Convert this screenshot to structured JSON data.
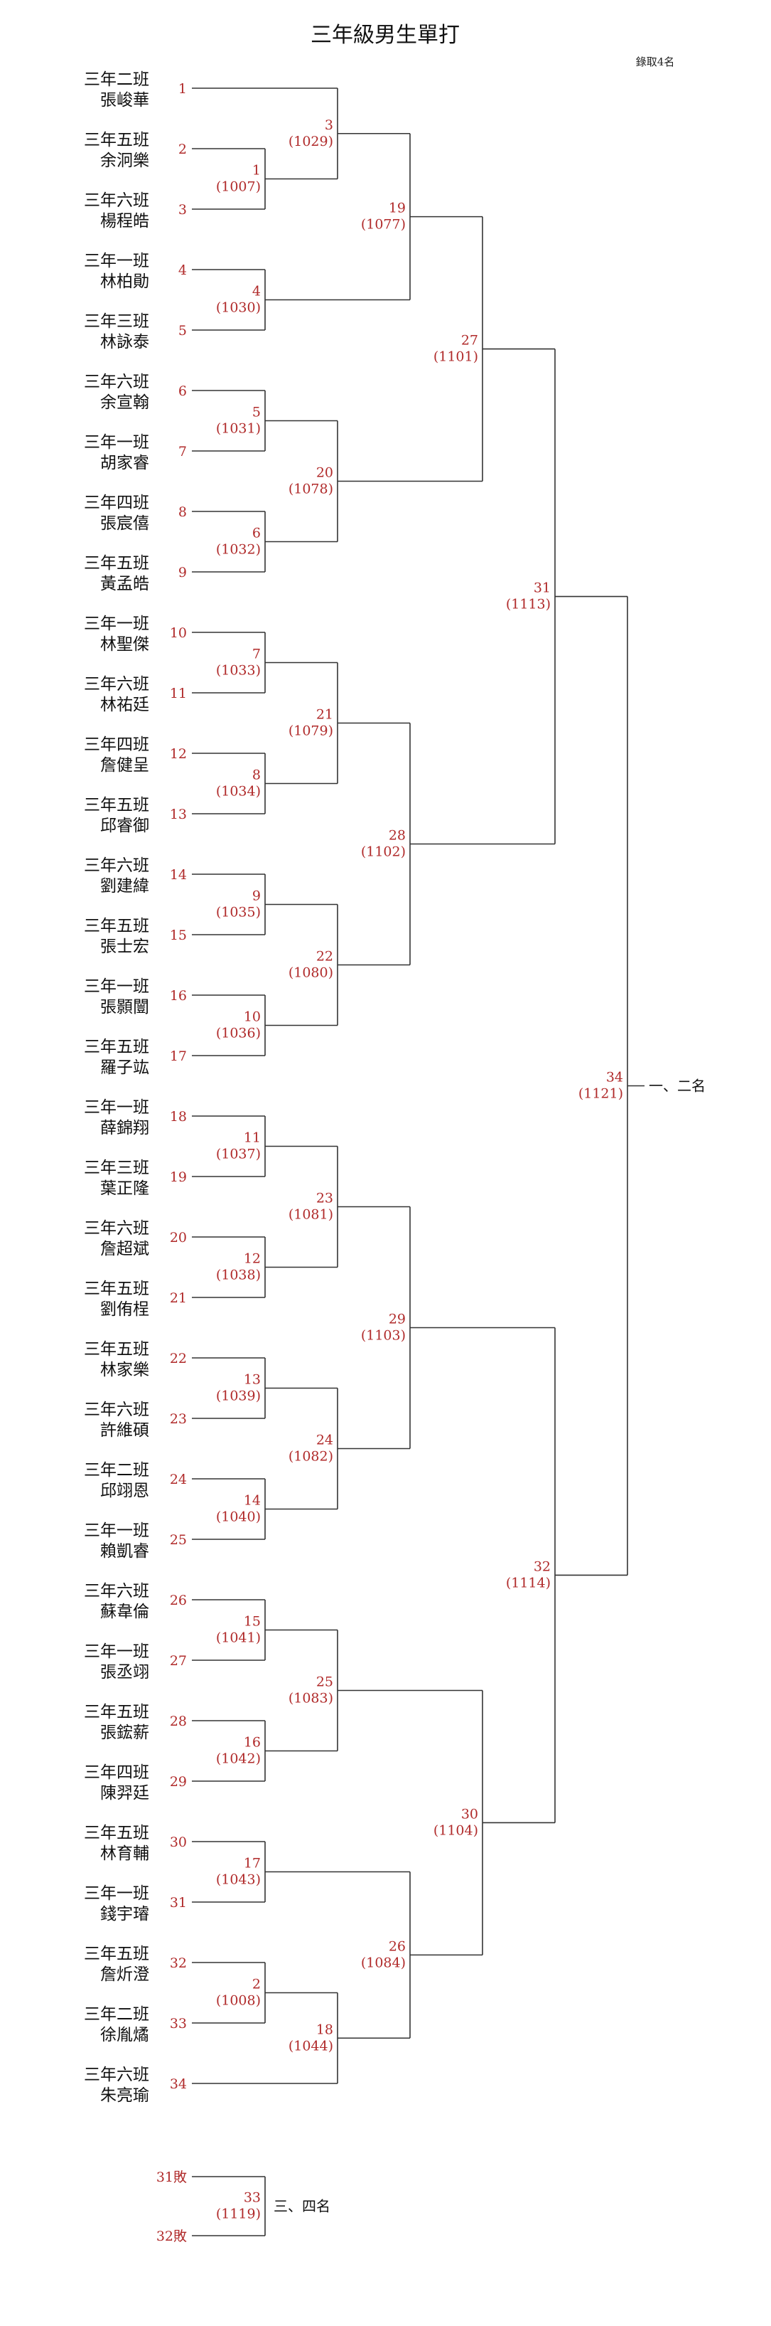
{
  "title": "三年級男生單打",
  "note": "錄取4名",
  "colors": {
    "text": "#111111",
    "number": "#b02a2a",
    "line": "#333333"
  },
  "players": [
    {
      "seed": "1",
      "cls": "三年二班",
      "name": "張峻華"
    },
    {
      "seed": "2",
      "cls": "三年五班",
      "name": "余泂樂"
    },
    {
      "seed": "3",
      "cls": "三年六班",
      "name": "楊程皓"
    },
    {
      "seed": "4",
      "cls": "三年一班",
      "name": "林柏勛"
    },
    {
      "seed": "5",
      "cls": "三年三班",
      "name": "林詠泰"
    },
    {
      "seed": "6",
      "cls": "三年六班",
      "name": "余宣翰"
    },
    {
      "seed": "7",
      "cls": "三年一班",
      "name": "胡家睿"
    },
    {
      "seed": "8",
      "cls": "三年四班",
      "name": "張宸僖"
    },
    {
      "seed": "9",
      "cls": "三年五班",
      "name": "黃孟皓"
    },
    {
      "seed": "10",
      "cls": "三年一班",
      "name": "林聖傑"
    },
    {
      "seed": "11",
      "cls": "三年六班",
      "name": "林祐廷"
    },
    {
      "seed": "12",
      "cls": "三年四班",
      "name": "詹健呈"
    },
    {
      "seed": "13",
      "cls": "三年五班",
      "name": "邱睿御"
    },
    {
      "seed": "14",
      "cls": "三年六班",
      "name": "劉建緯"
    },
    {
      "seed": "15",
      "cls": "三年五班",
      "name": "張士宏"
    },
    {
      "seed": "16",
      "cls": "三年一班",
      "name": "張顥闓"
    },
    {
      "seed": "17",
      "cls": "三年五班",
      "name": "羅子竑"
    },
    {
      "seed": "18",
      "cls": "三年一班",
      "name": "薛錦翔"
    },
    {
      "seed": "19",
      "cls": "三年三班",
      "name": "葉正隆"
    },
    {
      "seed": "20",
      "cls": "三年六班",
      "name": "詹超斌"
    },
    {
      "seed": "21",
      "cls": "三年五班",
      "name": "劉侑桯"
    },
    {
      "seed": "22",
      "cls": "三年五班",
      "name": "林家樂"
    },
    {
      "seed": "23",
      "cls": "三年六班",
      "name": "許維碩"
    },
    {
      "seed": "24",
      "cls": "三年二班",
      "name": "邱翊恩"
    },
    {
      "seed": "25",
      "cls": "三年一班",
      "name": "賴凱睿"
    },
    {
      "seed": "26",
      "cls": "三年六班",
      "name": "蘇韋倫"
    },
    {
      "seed": "27",
      "cls": "三年一班",
      "name": "張丞翊"
    },
    {
      "seed": "28",
      "cls": "三年五班",
      "name": "張鋐薪"
    },
    {
      "seed": "29",
      "cls": "三年四班",
      "name": "陳羿廷"
    },
    {
      "seed": "30",
      "cls": "三年五班",
      "name": "林育輔"
    },
    {
      "seed": "31",
      "cls": "三年一班",
      "name": "錢宇璿"
    },
    {
      "seed": "32",
      "cls": "三年五班",
      "name": "詹炘澄"
    },
    {
      "seed": "33",
      "cls": "三年二班",
      "name": "徐胤燏"
    },
    {
      "seed": "34",
      "cls": "三年六班",
      "name": "朱亮瑜"
    }
  ],
  "matches": [
    {
      "num": "1",
      "code": "(1007)",
      "a": {
        "p": 1
      },
      "b": {
        "p": 2
      }
    },
    {
      "num": "2",
      "code": "(1008)",
      "a": {
        "p": 31
      },
      "b": {
        "p": 32
      }
    },
    {
      "num": "3",
      "code": "(1029)",
      "a": {
        "p": 0
      },
      "b": {
        "m": 1
      }
    },
    {
      "num": "4",
      "code": "(1030)",
      "a": {
        "p": 3
      },
      "b": {
        "p": 4
      }
    },
    {
      "num": "5",
      "code": "(1031)",
      "a": {
        "p": 5
      },
      "b": {
        "p": 6
      }
    },
    {
      "num": "6",
      "code": "(1032)",
      "a": {
        "p": 7
      },
      "b": {
        "p": 8
      }
    },
    {
      "num": "7",
      "code": "(1033)",
      "a": {
        "p": 9
      },
      "b": {
        "p": 10
      }
    },
    {
      "num": "8",
      "code": "(1034)",
      "a": {
        "p": 11
      },
      "b": {
        "p": 12
      }
    },
    {
      "num": "9",
      "code": "(1035)",
      "a": {
        "p": 13
      },
      "b": {
        "p": 14
      }
    },
    {
      "num": "10",
      "code": "(1036)",
      "a": {
        "p": 15
      },
      "b": {
        "p": 16
      }
    },
    {
      "num": "11",
      "code": "(1037)",
      "a": {
        "p": 17
      },
      "b": {
        "p": 18
      }
    },
    {
      "num": "12",
      "code": "(1038)",
      "a": {
        "p": 19
      },
      "b": {
        "p": 20
      }
    },
    {
      "num": "13",
      "code": "(1039)",
      "a": {
        "p": 21
      },
      "b": {
        "p": 22
      }
    },
    {
      "num": "14",
      "code": "(1040)",
      "a": {
        "p": 23
      },
      "b": {
        "p": 24
      }
    },
    {
      "num": "15",
      "code": "(1041)",
      "a": {
        "p": 25
      },
      "b": {
        "p": 26
      }
    },
    {
      "num": "16",
      "code": "(1042)",
      "a": {
        "p": 27
      },
      "b": {
        "p": 28
      }
    },
    {
      "num": "17",
      "code": "(1043)",
      "a": {
        "p": 29
      },
      "b": {
        "p": 30
      }
    },
    {
      "num": "18",
      "code": "(1044)",
      "a": {
        "m": 2
      },
      "b": {
        "p": 33
      }
    },
    {
      "num": "19",
      "code": "(1077)",
      "a": {
        "m": 3
      },
      "b": {
        "m": 4
      }
    },
    {
      "num": "20",
      "code": "(1078)",
      "a": {
        "m": 5
      },
      "b": {
        "m": 6
      }
    },
    {
      "num": "21",
      "code": "(1079)",
      "a": {
        "m": 7
      },
      "b": {
        "m": 8
      }
    },
    {
      "num": "22",
      "code": "(1080)",
      "a": {
        "m": 9
      },
      "b": {
        "m": 10
      }
    },
    {
      "num": "23",
      "code": "(1081)",
      "a": {
        "m": 11
      },
      "b": {
        "m": 12
      }
    },
    {
      "num": "24",
      "code": "(1082)",
      "a": {
        "m": 13
      },
      "b": {
        "m": 14
      }
    },
    {
      "num": "25",
      "code": "(1083)",
      "a": {
        "m": 15
      },
      "b": {
        "m": 16
      }
    },
    {
      "num": "26",
      "code": "(1084)",
      "a": {
        "m": 17
      },
      "b": {
        "m": 18
      }
    },
    {
      "num": "27",
      "code": "(1101)",
      "a": {
        "m": 19
      },
      "b": {
        "m": 20
      }
    },
    {
      "num": "28",
      "code": "(1102)",
      "a": {
        "m": 21
      },
      "b": {
        "m": 22
      }
    },
    {
      "num": "29",
      "code": "(1103)",
      "a": {
        "m": 23
      },
      "b": {
        "m": 24
      }
    },
    {
      "num": "30",
      "code": "(1104)",
      "a": {
        "m": 25
      },
      "b": {
        "m": 26
      }
    },
    {
      "num": "31",
      "code": "(1113)",
      "a": {
        "m": 27
      },
      "b": {
        "m": 28
      }
    },
    {
      "num": "32",
      "code": "(1114)",
      "a": {
        "m": 29
      },
      "b": {
        "m": 30
      }
    },
    {
      "num": "34",
      "code": "(1121)",
      "a": {
        "m": 31
      },
      "b": {
        "m": 32
      }
    }
  ],
  "final_label": "一、二名",
  "consolation": {
    "top": "31敗",
    "bottom": "32敗",
    "num": "33",
    "code": "(1119)",
    "label": "三、四名"
  }
}
